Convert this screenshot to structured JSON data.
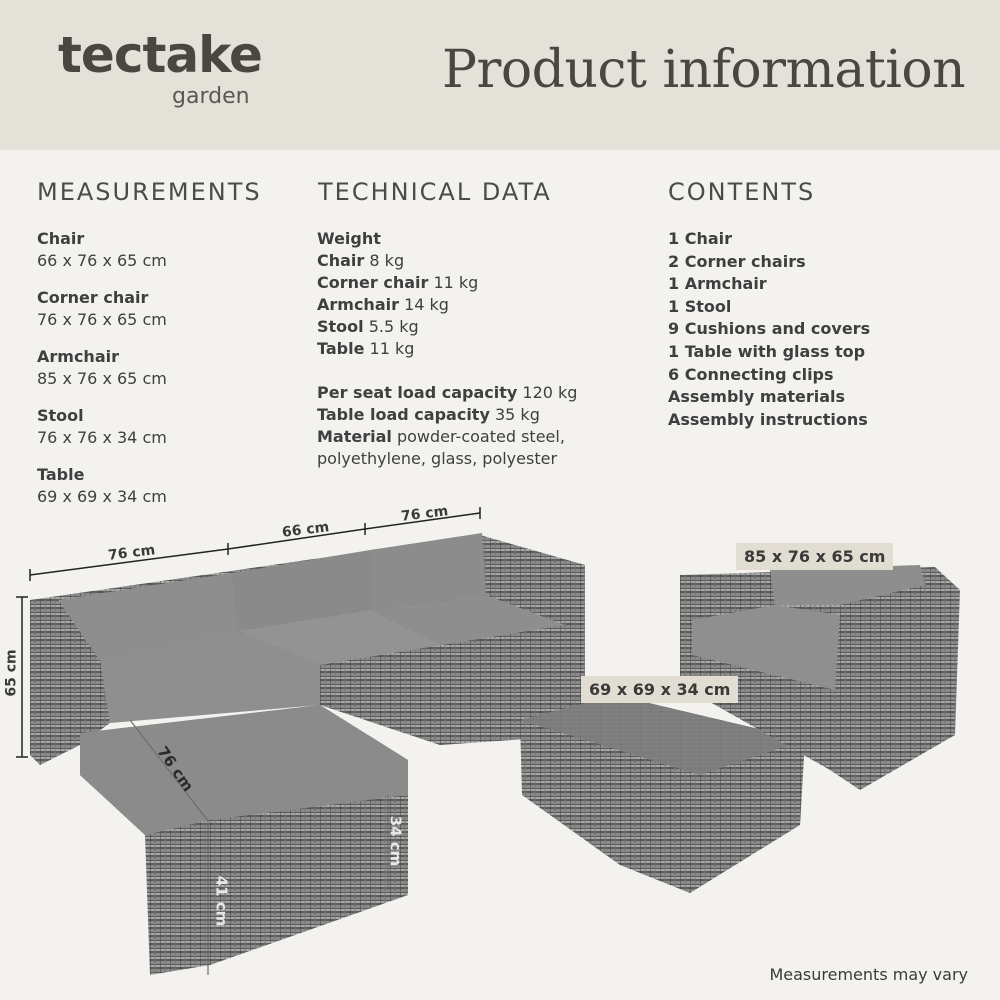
{
  "header": {
    "logo_main": "tectake",
    "logo_sub": "garden",
    "title": "Product information"
  },
  "measurements": {
    "title": "MEASUREMENTS",
    "items": [
      {
        "name": "Chair",
        "value": "66 x 76 x 65 cm"
      },
      {
        "name": "Corner chair",
        "value": "76 x 76 x 65 cm"
      },
      {
        "name": "Armchair",
        "value": "85 x 76 x 65 cm"
      },
      {
        "name": "Stool",
        "value": "76 x 76 x 34 cm"
      },
      {
        "name": "Table",
        "value": "69 x 69 x 34 cm"
      }
    ]
  },
  "technical": {
    "title": "TECHNICAL DATA",
    "weight_heading": "Weight",
    "weights": [
      {
        "name": "Chair",
        "value": "8 kg"
      },
      {
        "name": "Corner chair",
        "value": "11 kg"
      },
      {
        "name": "Armchair",
        "value": "14 kg"
      },
      {
        "name": "Stool",
        "value": "5.5 kg"
      },
      {
        "name": "Table",
        "value": "11 kg"
      }
    ],
    "specs": [
      {
        "name": "Per seat load capacity",
        "value": "120 kg"
      },
      {
        "name": "Table load capacity",
        "value": "35 kg"
      },
      {
        "name": "Material",
        "value": "powder-coated steel,"
      }
    ],
    "material_cont": "polyethylene, glass, polyester"
  },
  "contents": {
    "title": "CONTENTS",
    "items": [
      "1 Chair",
      "2 Corner chairs",
      "1 Armchair",
      "1 Stool",
      "9 Cushions and covers",
      "1 Table with glass top",
      "6 Connecting clips",
      "Assembly materials",
      "Assembly instructions"
    ]
  },
  "dimensions": {
    "sofa_left": "76 cm",
    "sofa_middle": "66 cm",
    "sofa_right": "76 cm",
    "sofa_height": "65 cm",
    "stool_depth": "76 cm",
    "stool_height": "34 cm",
    "seat_height": "41 cm",
    "armchair": "85 x 76 x 65 cm",
    "table": "69 x 69 x 34 cm"
  },
  "footer_note": "Measurements may vary",
  "colors": {
    "header_bg": "#e4e1d9",
    "page_bg": "#f3f2ef",
    "label_bg": "#e2ddd2",
    "cushion": "#8d8d8d",
    "rattan": "#5d5d5d"
  }
}
